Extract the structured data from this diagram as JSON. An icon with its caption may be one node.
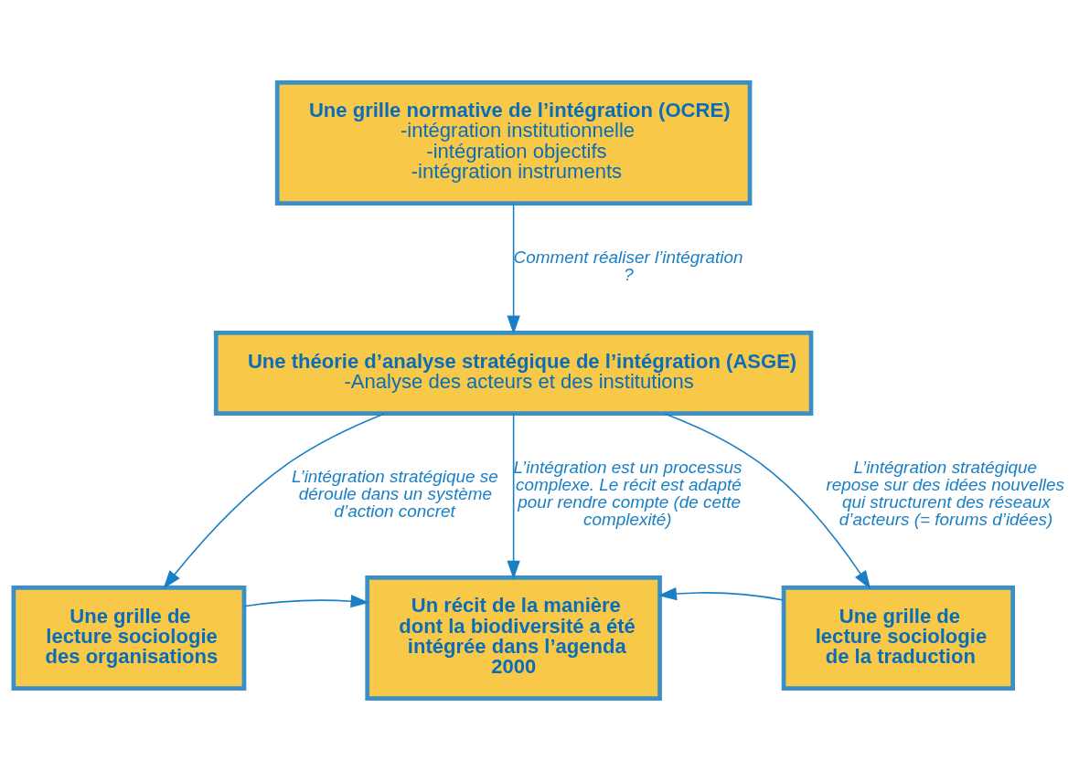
{
  "diagram": {
    "nodes": [
      {
        "text": [
          "Une grille normative de l’intégration (OCRE)",
          "-intégration institutionnelle",
          "-intégration objectifs",
          "-intégration instruments"
        ]
      },
      {
        "text": [
          "Une théorie d’analyse stratégique de l’intégration (ASGE)",
          "-Analyse des acteurs et des institutions"
        ]
      },
      {
        "text": [
          "Une grille de lecture sociologie des organisations"
        ]
      },
      {
        "text": [
          "Un récit de la manière dont la biodiversité a été intégrée dans l’agenda 2000"
        ]
      },
      {
        "text": [
          "Une grille de lecture sociologie de la traduction"
        ]
      }
    ],
    "edges": [
      {
        "from": 0,
        "to": 1,
        "arrow": "to",
        "label": "Comment réaliser l’intégration ?"
      },
      {
        "from": 1,
        "to": 2,
        "arrow": "to",
        "label": "L’intégration stratégique se déroule dans un système d’action concret"
      },
      {
        "from": 1,
        "to": 3,
        "arrow": "to",
        "label": "L’intégration est un processus complexe. Le récit est adapté pour rendre compte (de cette complexité)"
      },
      {
        "from": 1,
        "to": 4,
        "arrow": "to",
        "label": "L’intégration stratégique repose sur des idées nouvelles qui structurent des réseaux d’acteurs (= forums d’idées)"
      },
      {
        "from": 2,
        "to": 3,
        "arrow": "to"
      },
      {
        "from": 4,
        "to": 3,
        "arrow": "to"
      }
    ]
  }
}
